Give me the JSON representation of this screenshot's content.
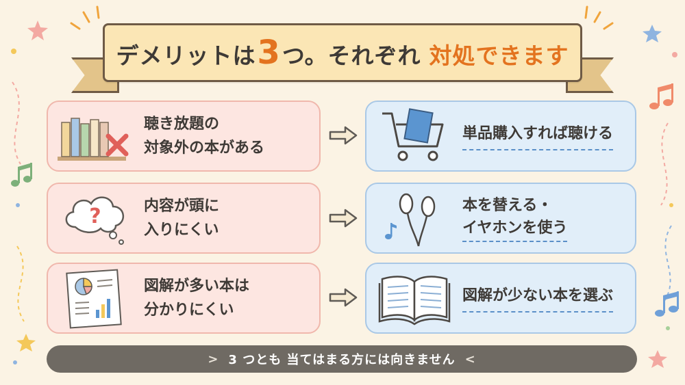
{
  "banner": {
    "title_part1": "デメリットは",
    "title_number": "3",
    "title_part2": "つ。それぞれ",
    "title_accent": "対処できます"
  },
  "rows": [
    {
      "problem_line1": "聴き放題の",
      "problem_line2": "対象外の本がある",
      "problem_icon": "books-cross-icon",
      "solution_line1": "単品購入すれば聴ける",
      "solution_icon": "cart-book-icon"
    },
    {
      "problem_line1": "内容が頭に",
      "problem_line2": "入りにくい",
      "problem_icon": "question-cloud-icon",
      "solution_line1": "本を替える・",
      "solution_line2": "イヤホンを使う",
      "solution_icon": "earphones-icon"
    },
    {
      "problem_line1": "図解が多い本は",
      "problem_line2": "分かりにくい",
      "problem_icon": "chart-document-icon",
      "solution_line1": "図解が少ない本を選ぶ",
      "solution_icon": "open-book-icon"
    }
  ],
  "footer": {
    "left_mark": ">",
    "text": "3 つとも 当てはまる方には向きません",
    "right_mark": "<"
  },
  "colors": {
    "background": "#fbf3e4",
    "accent_orange": "#e3731f",
    "pink_card": "#fde6e1",
    "blue_card": "#e1eef9",
    "footer": "#6f6a63"
  }
}
